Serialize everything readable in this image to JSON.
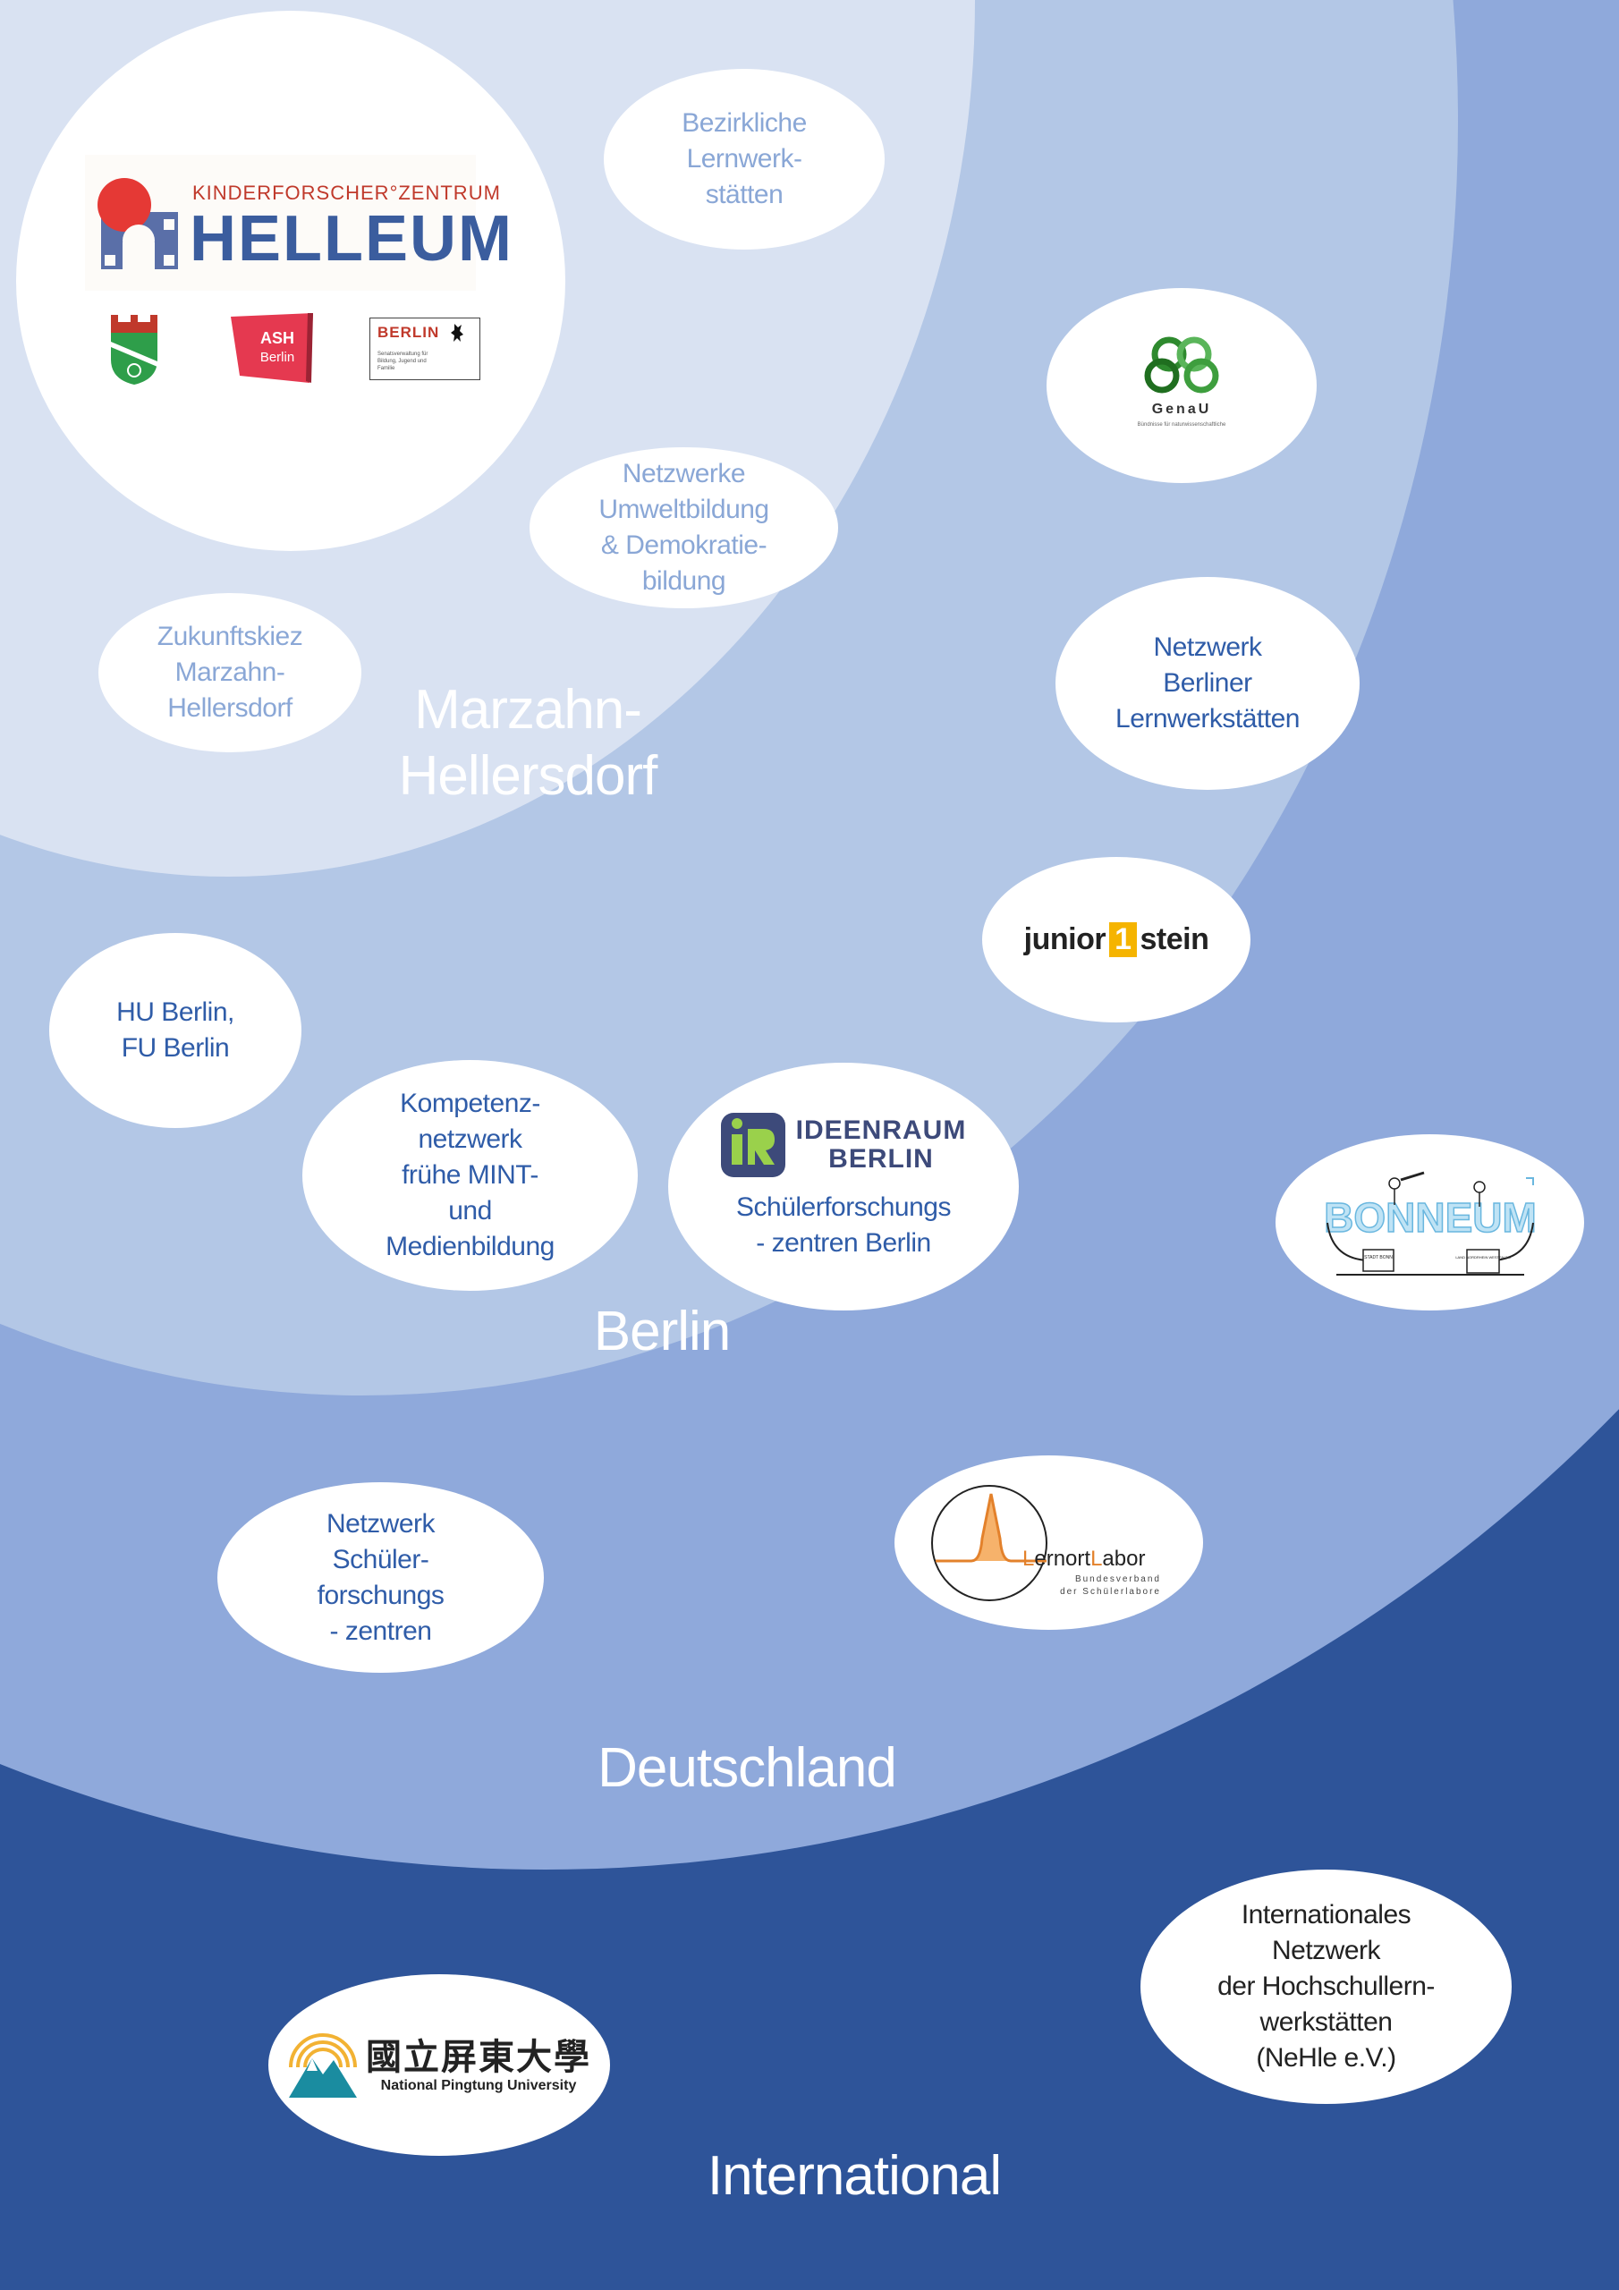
{
  "levels": {
    "marzahn": "Marzahn-\nHellersdorf",
    "berlin": "Berlin",
    "deutschland": "Deutschland",
    "international": "International"
  },
  "core": {
    "helleum_super": "KINDERFORSCHER°ZENTRUM",
    "helleum_main": "HELLEUM",
    "ash_line1": "ASH",
    "ash_line2": "Berlin",
    "berlin_title": "BERLIN",
    "berlin_sub": "Senatsverwaltung für Bildung, Jugend und Familie"
  },
  "nodes": {
    "bezirkliche": "Bezirkliche\nLernwerk-\nstätten",
    "netzwerke_umwelt": "Netzwerke\nUmweltbildung\n& Demokratie-\nbildung",
    "zukunftskiez": "Zukunftskiez\nMarzahn-\nHellersdorf",
    "netzwerk_berliner": "Netzwerk\nBerliner\nLernwerkstätten",
    "hu_fu": "HU Berlin,\nFU Berlin",
    "kompetenz": "Kompetenz-\nnetzwerk\nfrühe MINT-\nund\nMedienbildung",
    "schuelerforschungszentren_berlin": "Schülerforschungs\n- zentren Berlin",
    "netzwerk_schueler": "Netzwerk\nSchüler-\nforschungs\n- zentren",
    "internationales": "Internationales\nNetzwerk\nder Hochschullern-\nwerkstätten\n(NeHle e.V.)"
  },
  "logos": {
    "genau": "GenaU",
    "genau_sub": "Bündnisse für naturwissenschaftliche",
    "junior_a": "junior",
    "junior_b": "1",
    "junior_c": "stein",
    "ideenraum_1": "IDEENRAUM",
    "ideenraum_2": "BERLIN",
    "lernort_a": "L",
    "lernort_b": "ernort",
    "lernort_c": "L",
    "lernort_d": "abor",
    "lernort_sub1": "Bundesverband",
    "lernort_sub2": "der Schülerlabore",
    "npu_cn": "國立屏東大學",
    "npu_en": "National Pingtung University",
    "bonneum": "BONNEUM",
    "bonneum_sign1": "STADT BONN",
    "bonneum_sign2": "LAND NORDRHEIN WESTFALEN"
  },
  "colors": {
    "international": "#2e5499",
    "deutschland": "#8fa9db",
    "berlin": "#b3c7e6",
    "marzahn": "#d9e2f2",
    "node_text": "#2f5ca8"
  }
}
